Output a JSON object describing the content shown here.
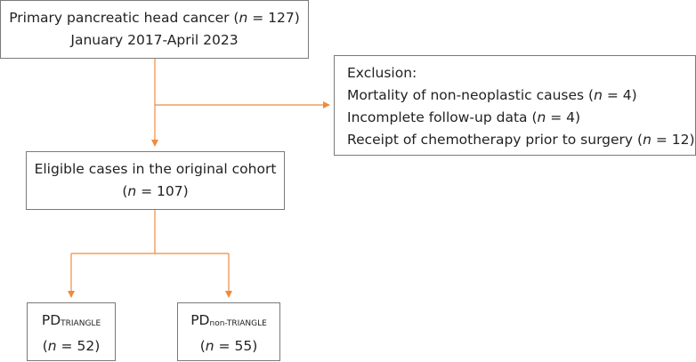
{
  "colors": {
    "connector": "#f08a3c",
    "border": "#7a7a7a"
  },
  "top_box": {
    "line1_prefix": "Primary pancreatic head cancer (",
    "n_symbol": "n",
    "line1_suffix": " = 127)",
    "line2": "January 2017-April 2023"
  },
  "exclusion_box": {
    "title": "Exclusion:",
    "items": [
      {
        "prefix": "Mortality of non-neoplastic causes (",
        "n": "n",
        "suffix": " = 4)"
      },
      {
        "prefix": "Incomplete follow-up data (",
        "n": "n",
        "suffix": " = 4)"
      },
      {
        "prefix": "Receipt of chemotherapy prior to surgery (",
        "n": "n",
        "suffix": " = 12)"
      }
    ]
  },
  "eligible_box": {
    "line1": "Eligible cases in the original cohort",
    "line2_prefix": "(",
    "n_symbol": "n",
    "line2_suffix": " = 107)"
  },
  "triangle_box": {
    "pd": "PD",
    "subscript": "TRIANGLE",
    "line2_prefix": "(",
    "n_symbol": "n",
    "line2_suffix": " = 52)"
  },
  "non_triangle_box": {
    "pd": "PD",
    "subscript": "non-TRIANGLE",
    "line2_prefix": "(",
    "n_symbol": "n",
    "line2_suffix": " = 55)"
  }
}
